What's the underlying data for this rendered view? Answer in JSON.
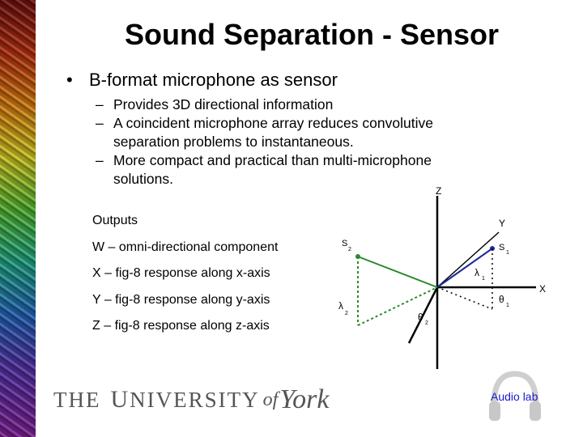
{
  "slide": {
    "title": "Sound Separation - Sensor",
    "bullet_symbol": "•",
    "bullet": "B-format microphone as sensor",
    "sub_dash": "–",
    "subs": [
      "Provides 3D directional information",
      "A coincident microphone array reduces convolutive separation problems to instantaneous.",
      "More compact and practical than multi-microphone solutions."
    ],
    "outputs": [
      "Outputs",
      "W – omni-directional component",
      "X – fig-8 response along x-axis",
      "Y – fig-8 response along y-axis",
      "Z – fig-8 response along z-axis"
    ]
  },
  "diagram": {
    "labels": {
      "z": "Z",
      "y": "Y",
      "x": "X",
      "s1": "S",
      "s1_sub": "1",
      "s2": "S",
      "s2_sub": "2",
      "lambda1": "λ",
      "lambda1_sub": "1",
      "lambda2": "λ",
      "lambda2_sub": "2",
      "theta1": "θ",
      "theta1_sub": "1",
      "theta2": "θ",
      "theta2_sub": "2"
    },
    "colors": {
      "s1_vector": "#1a2a9a",
      "s2_vector": "#2a8a2a",
      "axes": "#000000"
    }
  },
  "footer": {
    "logo_the": "THE",
    "logo_u": "U",
    "logo_niversity": "NIVERSITY",
    "logo_of": "of",
    "logo_york": "York",
    "audio_lab": "Audio lab"
  }
}
